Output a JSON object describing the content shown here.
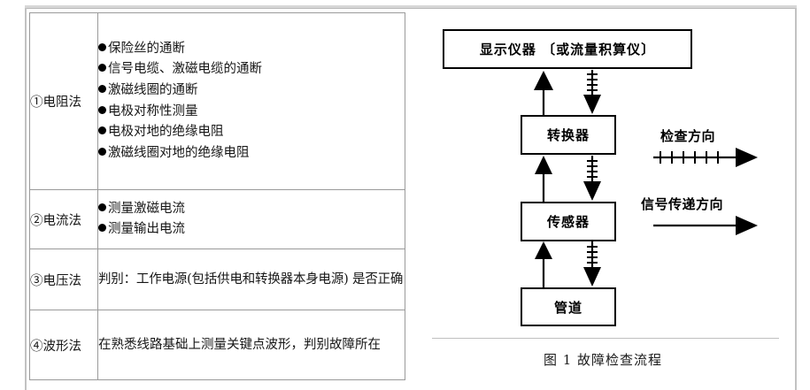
{
  "table": {
    "rows": [
      {
        "method": "①电阻法",
        "kind": "bullets",
        "items": [
          "保险丝的通断",
          "信号电缆、激磁电缆的通断",
          "激磁线圈的通断",
          "电极对称性测量",
          "电极对地的绝缘电阻",
          "激磁线圈对地的绝缘电阻"
        ]
      },
      {
        "method": "②电流法",
        "kind": "bullets",
        "items": [
          "测量激磁电流",
          "测量输出电流"
        ]
      },
      {
        "method": "③电压法",
        "kind": "paragraph",
        "text": "判别：工作电源(包括供电和转换器本身电源) 是否正确"
      },
      {
        "method": "④波形法",
        "kind": "paragraph",
        "text": "在熟悉线路基础上测量关键点波形，判别故障所在"
      }
    ]
  },
  "figure": {
    "boxes": {
      "display": "显示仪器 〔或流量积算仪〕",
      "converter": "转换器",
      "sensor": "传感器",
      "pipe": "管道"
    },
    "legend": {
      "check_direction": "检查方向",
      "signal_direction": "信号传递方向"
    },
    "caption": "图 1 故障检查流程"
  },
  "colors": {
    "ink": "#000000",
    "table_border": "#9a9a9a",
    "page_frame": "#c2c2c2",
    "rule": "#bfbfbf"
  }
}
